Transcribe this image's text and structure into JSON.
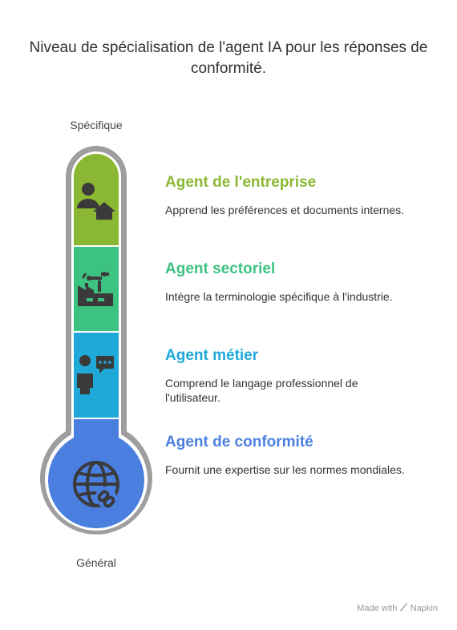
{
  "title": "Niveau de spécialisation de l'agent IA pour les réponses de conformité.",
  "scale": {
    "top": "Spécifique",
    "bottom": "Général"
  },
  "levels": [
    {
      "title": "Agent de l'entreprise",
      "description": "Apprend les préférences et documents internes.",
      "color": "#8BB832",
      "icon": "person-home-icon"
    },
    {
      "title": "Agent sectoriel",
      "description": "Intègre la terminologie spécifique à l'industrie.",
      "color": "#3DC381",
      "icon": "robot-arm-factory-icon"
    },
    {
      "title": "Agent métier",
      "description": "Comprend le langage professionnel de l'utilisateur.",
      "color": "#1EA9D9",
      "icon": "person-chat-icon"
    },
    {
      "title": "Agent de conformité",
      "description": "Fournit une expertise sur les normes mondiales.",
      "color": "#4A7FE0",
      "icon": "globe-link-icon"
    }
  ],
  "footer": {
    "prefix": "Made with",
    "brand": "Napkin"
  },
  "colors": {
    "shell": "#9E9E9E",
    "shell_inner": "#ffffff"
  }
}
